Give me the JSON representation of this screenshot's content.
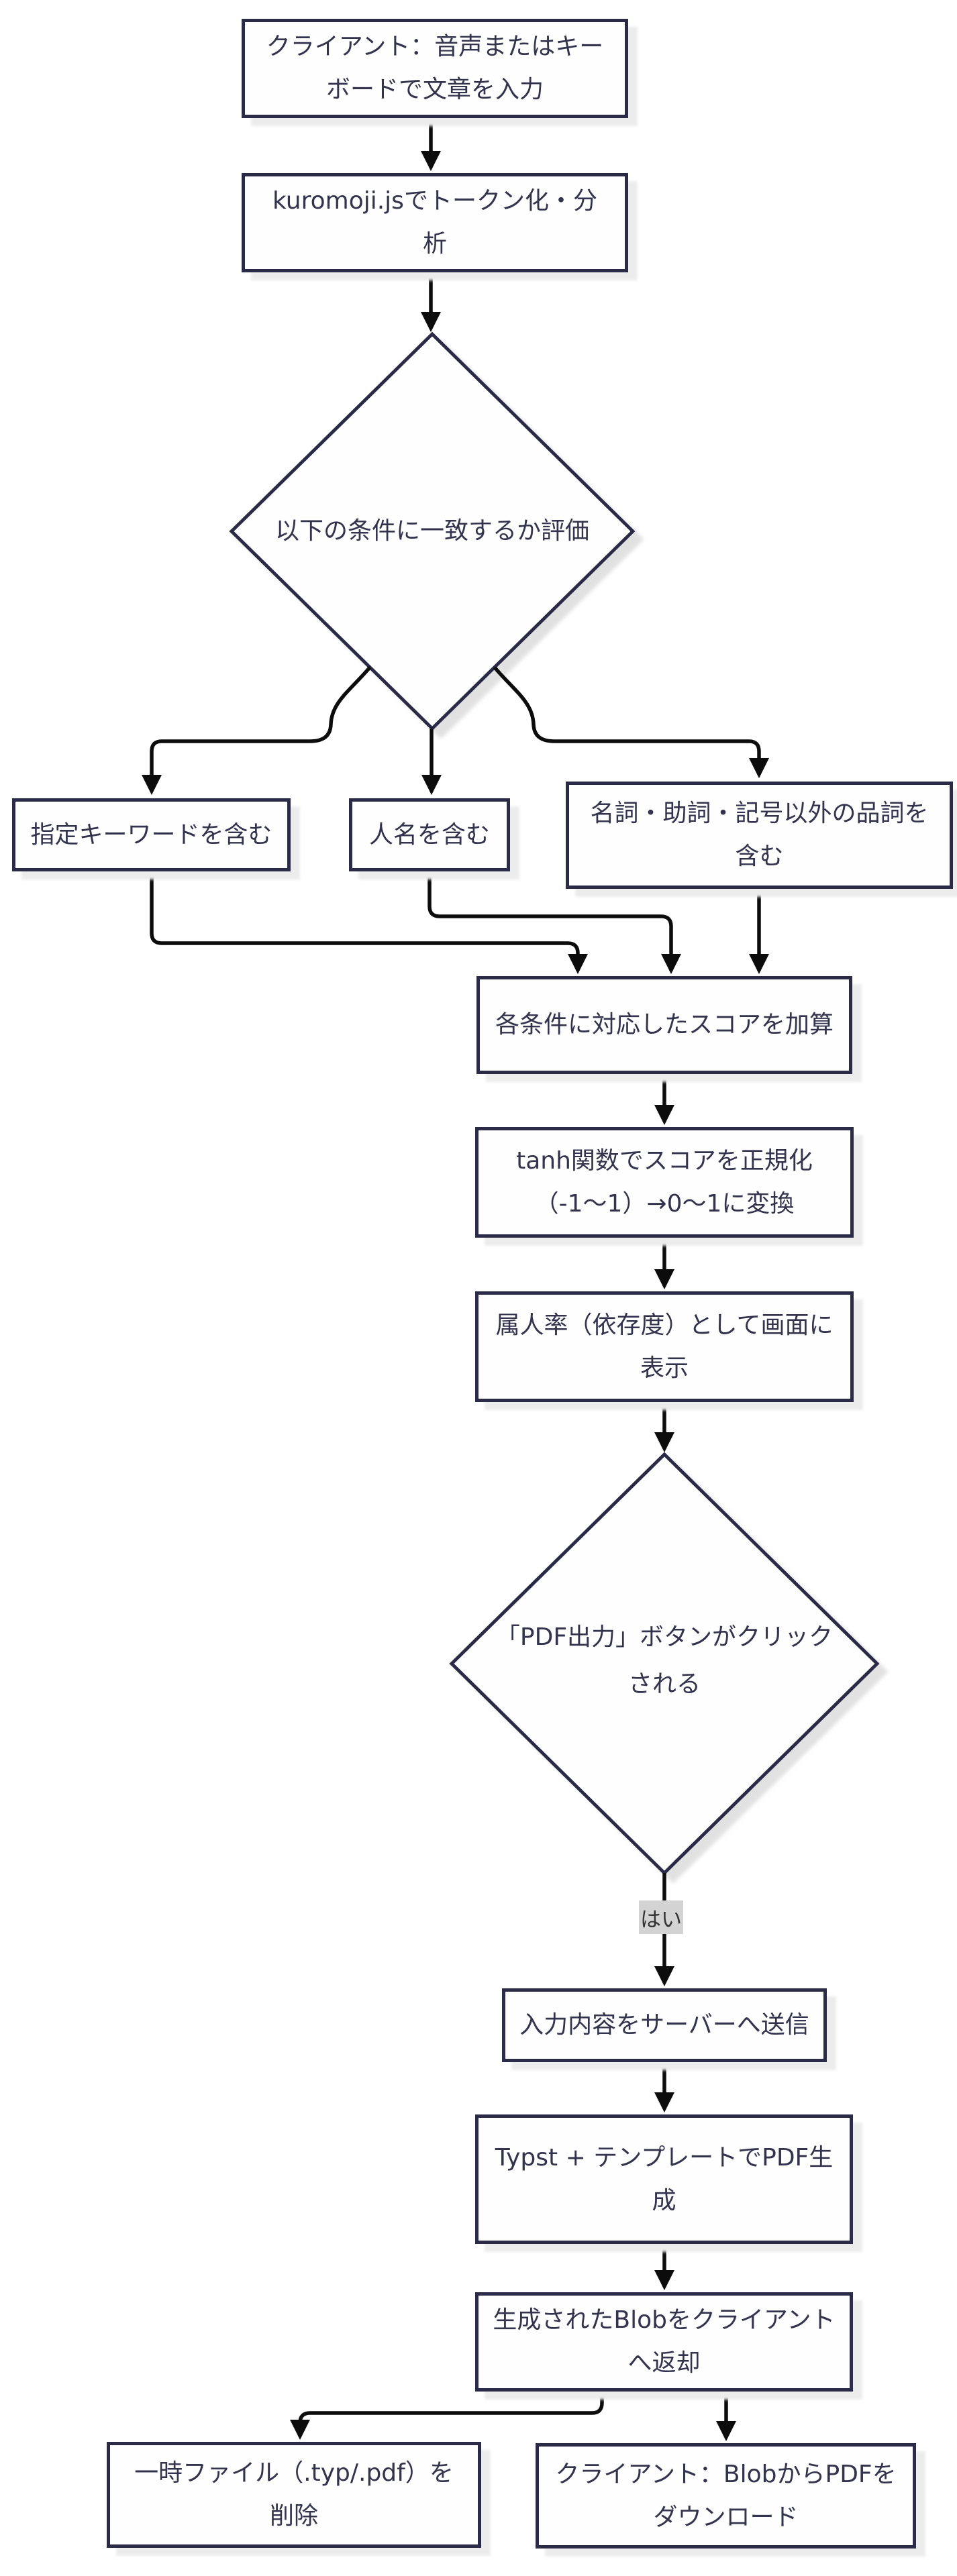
{
  "diagram": {
    "type": "flowchart",
    "direction": "top-down",
    "colors": {
      "node_border": "#2b2b47",
      "node_fill": "#fefefe",
      "node_text": "#33334e",
      "edge_stroke": "#0c0c0c",
      "edge_label_bg": "#d3d3d3",
      "shadow": "#ececec",
      "background": "#ffffff"
    }
  },
  "nodes": {
    "client_input": {
      "shape": "rect",
      "lines": [
        "クライアント：音声またはキー",
        "ボードで文章を入力"
      ]
    },
    "tokenize": {
      "shape": "rect",
      "lines": [
        "kuromoji.jsでトークン化・分",
        "析"
      ]
    },
    "eval_conditions": {
      "shape": "diamond",
      "lines": [
        "以下の条件に一致するか評価"
      ]
    },
    "keyword": {
      "shape": "rect",
      "lines": [
        "指定キーワードを含む"
      ]
    },
    "person_name": {
      "shape": "rect",
      "lines": [
        "人名を含む"
      ]
    },
    "pos_other": {
      "shape": "rect",
      "lines": [
        "名詞・助詞・記号以外の品詞を",
        "含む"
      ]
    },
    "add_score": {
      "shape": "rect",
      "lines": [
        "各条件に対応したスコアを加算"
      ]
    },
    "tanh_normalize": {
      "shape": "rect",
      "lines": [
        "tanh関数でスコアを正規化",
        "（-1〜1）→0〜1に変換"
      ]
    },
    "display_rate": {
      "shape": "rect",
      "lines": [
        "属人率（依存度）として画面に",
        "表示"
      ]
    },
    "pdf_click": {
      "shape": "diamond",
      "lines": [
        "「PDF出力」ボタンがクリック",
        "される"
      ]
    },
    "send_server": {
      "shape": "rect",
      "lines": [
        "入力内容をサーバーへ送信"
      ]
    },
    "typst_generate": {
      "shape": "rect",
      "lines": [
        "Typst + テンプレートでPDF生",
        "成"
      ]
    },
    "return_blob": {
      "shape": "rect",
      "lines": [
        "生成されたBlobをクライアント",
        "へ返却"
      ]
    },
    "delete_temp": {
      "shape": "rect",
      "lines": [
        "一時ファイル（.typ/.pdf）を",
        "削除"
      ]
    },
    "download_pdf": {
      "shape": "rect",
      "lines": [
        "クライアント：BlobからPDFを",
        "ダウンロード"
      ]
    }
  },
  "edge_labels": {
    "yes": "はい"
  }
}
